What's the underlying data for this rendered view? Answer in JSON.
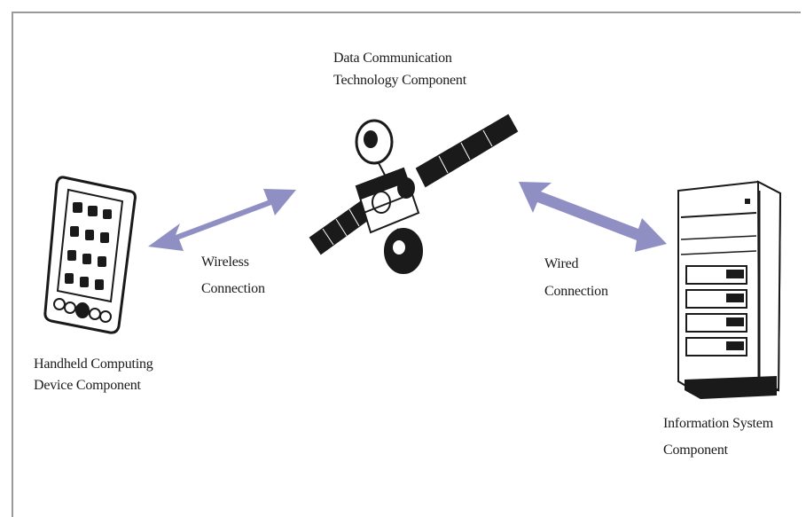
{
  "diagram": {
    "satellite": {
      "line1": "Data Communication",
      "line2": "Technology Component"
    },
    "handheld": {
      "line1": "Handheld Computing",
      "line2": "Device Component"
    },
    "server": {
      "line1": "Information System",
      "line2": "Component"
    },
    "wireless_connection": {
      "line1": "Wireless",
      "line2": "Connection"
    },
    "wired_connection": {
      "line1": "Wired",
      "line2": "Connection"
    },
    "colors": {
      "arrow": "#8f8fc4",
      "ink": "#1a1a1a",
      "frame": "#9a9a9a"
    }
  }
}
